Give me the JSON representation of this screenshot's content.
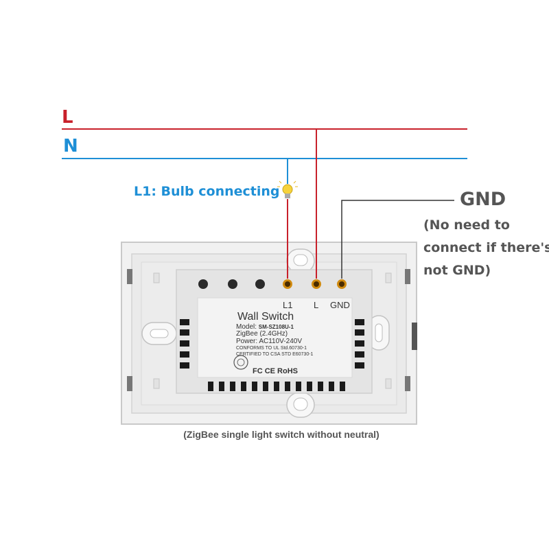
{
  "wires": {
    "live_label": "L",
    "neutral_label": "N",
    "live_color": "#c8202a",
    "neutral_color": "#1e8fd6",
    "ground_color": "#333333"
  },
  "load": {
    "label": "L1: Bulb connecting",
    "icon": "bulb-icon"
  },
  "ground": {
    "title": "GND",
    "note_lines": [
      "(No need to",
      "connect if there's",
      "not GND)"
    ]
  },
  "device": {
    "terminals": [
      "L1",
      "L",
      "GND"
    ],
    "label_title": "Wall Switch",
    "model_prefix": "Model:",
    "model_value": "SM-SZ108U-1",
    "protocol": "ZigBee (2.4GHz)",
    "power": "Power: AC110V-240V",
    "conforms": "CONFORMS TO UL Std.60730-1",
    "certified": "CERTIFIED TO CSA STD E60730-1",
    "cert_marks": "FC CE RoHS"
  },
  "caption": "(ZigBee single light switch without neutral)"
}
